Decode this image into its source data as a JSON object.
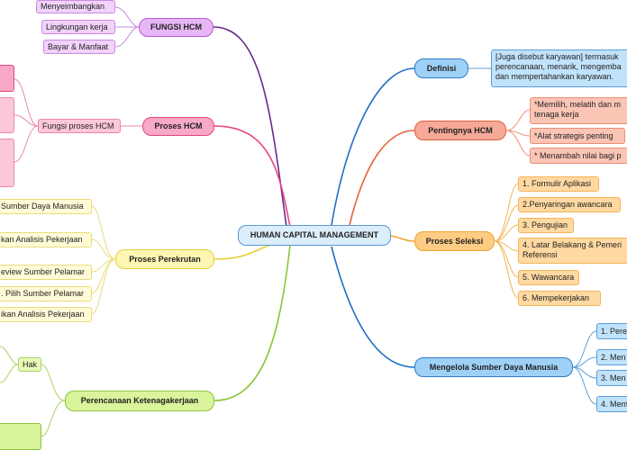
{
  "center": "HUMAN CAPITAL MANAGEMENT",
  "branches": {
    "fungsi": {
      "label": "FUNGSI HCM",
      "items": [
        "Menyeimbangkan",
        "Lingkungan kerja",
        "Bayar & Manfaat"
      ]
    },
    "proses": {
      "label": "Proses HCM",
      "sub": "Fungsi proses HCM",
      "leaves": [
        "",
        "",
        ""
      ]
    },
    "rekrutan": {
      "label": "Proses Perekrutan",
      "items": [
        "Sumber Daya Manusia",
        "kan Analisis Pekerjaan",
        "eview Sumber Pelamar",
        ". Pilih Sumber Pelamar",
        "ikan Analisis Pekerjaan"
      ]
    },
    "perencanaan": {
      "label": "Perencanaan Ketenagakerjaan",
      "sub": "Hak",
      "leaf": ""
    },
    "definisi": {
      "label": "Definisi",
      "text": "[Juga disebut karyawan] termasuk perencanaan, menarik, mengemba dan mempertahankan karyawan."
    },
    "pentingnya": {
      "label": "Pentingnya HCM",
      "items": [
        "*Memilih, melatih dan m tenaga kerja",
        "*Alat strategis penting",
        "* Menambah nilai bagi p"
      ]
    },
    "seleksi": {
      "label": "Proses Seleksi",
      "items": [
        "1. Formulir Aplikasi",
        "2.Penyaringan awancara",
        "3. Pengujian",
        "4. Latar Belakang & Pemeri Referensi",
        "5. Wawancara",
        "6. Mempekerjakan"
      ]
    },
    "mengelola": {
      "label": "Mengelola Sumber Daya Manusia",
      "items": [
        "1. Pere",
        "2. Men",
        "3. Men",
        "4. Mem"
      ]
    }
  },
  "colors": {
    "purple": "#6a2a8a",
    "pink": "#e6447f",
    "yellow": "#e6cf3a",
    "green": "#8cc43a",
    "blue": "#1f6fc4",
    "orange": "#e8623a",
    "gold": "#f0a232"
  }
}
